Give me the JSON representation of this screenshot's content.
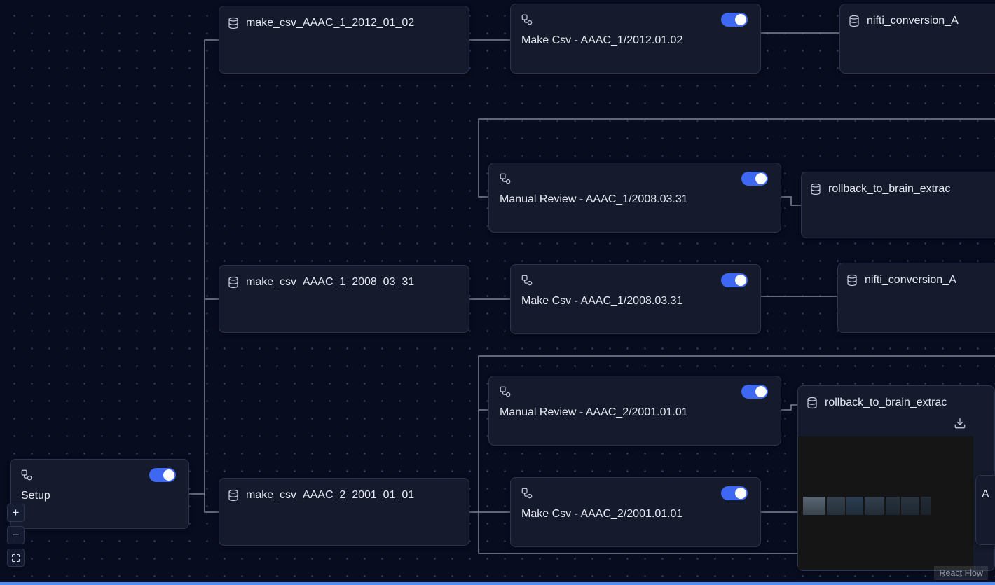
{
  "app": {
    "attribution": "React Flow"
  },
  "colors": {
    "background": "#080c1f",
    "node_background": "#151b2d",
    "toggle_on": "#3e68f2",
    "edge": "#7e8596",
    "bottom_bar": "#4e8ef7",
    "text": "#e7eaf2"
  },
  "controls": {
    "zoom_in": "+",
    "zoom_out": "−",
    "fit_view": "fit view"
  },
  "icons": {
    "dataset": "database-icon",
    "task": "workflow-icon",
    "download": "download-icon",
    "zoom_in": "plus-icon",
    "zoom_out": "minus-icon",
    "fit_view": "fit-view-icon"
  },
  "nodes": [
    {
      "id": "setup",
      "type": "task",
      "label": "Setup",
      "toggle": "on"
    },
    {
      "id": "make_csv_ds_2012",
      "type": "dataset",
      "label": "make_csv_AAAC_1_2012_01_02"
    },
    {
      "id": "make_csv_task_2012",
      "type": "task",
      "label": "Make Csv - AAAC_1/2012.01.02",
      "toggle": "on"
    },
    {
      "id": "nifti_conversion_top",
      "type": "dataset",
      "label": "nifti_conversion_A",
      "clipped": true
    },
    {
      "id": "manual_review_2008",
      "type": "task",
      "label": "Manual Review - AAAC_1/2008.03.31",
      "toggle": "on"
    },
    {
      "id": "rollback_2008",
      "type": "dataset",
      "label": "rollback_to_brain_extrac",
      "clipped": true
    },
    {
      "id": "make_csv_ds_2008",
      "type": "dataset",
      "label": "make_csv_AAAC_1_2008_03_31"
    },
    {
      "id": "make_csv_task_2008",
      "type": "task",
      "label": "Make Csv - AAAC_1/2008.03.31",
      "toggle": "on"
    },
    {
      "id": "nifti_conversion_mid",
      "type": "dataset",
      "label": "nifti_conversion_A",
      "clipped": true
    },
    {
      "id": "manual_review_2001",
      "type": "task",
      "label": "Manual Review - AAAC_2/2001.01.01",
      "toggle": "on"
    },
    {
      "id": "rollback_2001",
      "type": "dataset",
      "label": "rollback_to_brain_extrac",
      "clipped": true,
      "has_preview": true
    },
    {
      "id": "make_csv_ds_2001",
      "type": "dataset",
      "label": "make_csv_AAAC_2_2001_01_01"
    },
    {
      "id": "make_csv_task_2001",
      "type": "task",
      "label": "Make Csv - AAAC_2/2001.01.01",
      "toggle": "on"
    },
    {
      "id": "clipped_right",
      "type": "dataset",
      "label": "A",
      "clipped": true
    }
  ],
  "edges": [
    {
      "from": "setup",
      "to": "make_csv_ds_2012"
    },
    {
      "from": "setup",
      "to": "make_csv_ds_2008"
    },
    {
      "from": "setup",
      "to": "make_csv_ds_2001"
    },
    {
      "from": "make_csv_ds_2012",
      "to": "make_csv_task_2012"
    },
    {
      "from": "make_csv_task_2012",
      "to": "nifti_conversion_top"
    },
    {
      "from": "offscreen-right",
      "to": "manual_review_2008"
    },
    {
      "from": "manual_review_2008",
      "to": "rollback_2008"
    },
    {
      "from": "make_csv_ds_2008",
      "to": "make_csv_task_2008"
    },
    {
      "from": "make_csv_task_2008",
      "to": "nifti_conversion_mid"
    },
    {
      "from": "offscreen-right",
      "to": "manual_review_2001"
    },
    {
      "from": "manual_review_2001",
      "to": "rollback_2001"
    },
    {
      "from": "manual_review_2001",
      "to": "offscreen-right"
    },
    {
      "from": "make_csv_ds_2001",
      "to": "make_csv_task_2001"
    },
    {
      "from": "make_csv_task_2001",
      "to": "clipped_right"
    }
  ]
}
